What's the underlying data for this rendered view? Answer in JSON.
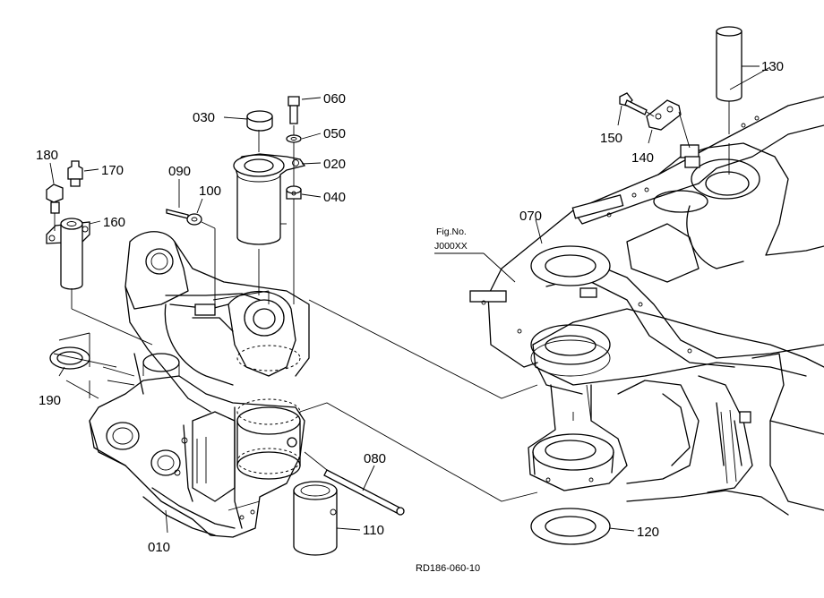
{
  "figure_ref": {
    "line1": "Fig.No.",
    "line2": "J000XX"
  },
  "drawing_number": "RD186-060-10",
  "labels": {
    "p010": "010",
    "p020": "020",
    "p030": "030",
    "p040": "040",
    "p050": "050",
    "p060": "060",
    "p070": "070",
    "p080": "080",
    "p090": "090",
    "p100": "100",
    "p110": "110",
    "p120": "120",
    "p130": "130",
    "p140": "140",
    "p150": "150",
    "p160": "160",
    "p170": "170",
    "p180": "180",
    "p190": "190"
  }
}
